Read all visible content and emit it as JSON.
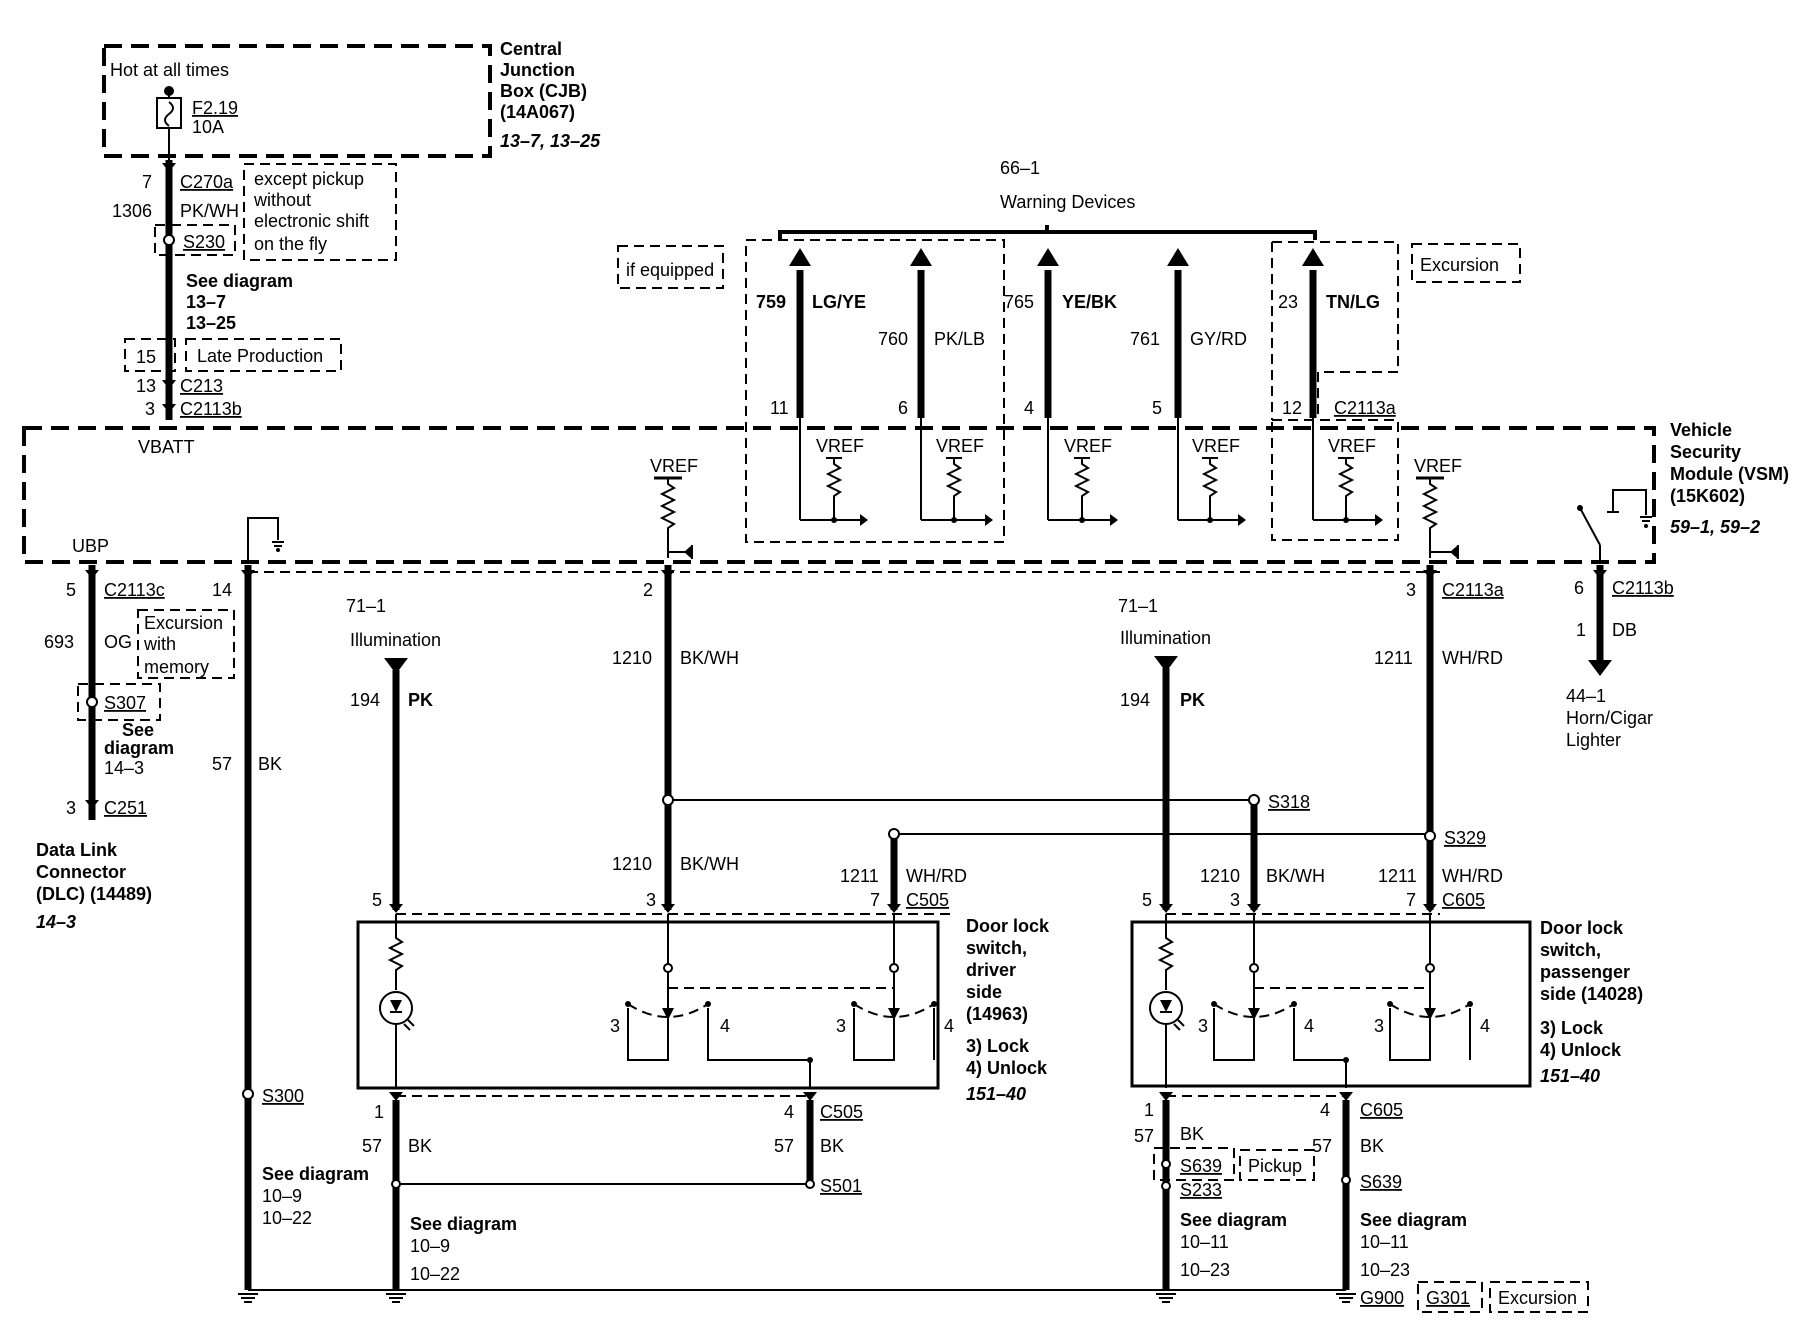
{
  "cjb": {
    "hot_label": "Hot at all times",
    "fuse_id": "F2.19",
    "fuse_rating": "10A",
    "name": [
      "Central",
      "Junction",
      "Box (CJB)",
      "(14A067)"
    ],
    "refs": "13–7, 13–25"
  },
  "vbatt_feed": {
    "pin_c270a": "7",
    "conn_c270a": "C270a",
    "circuit": "1306",
    "color": "PK/WH",
    "note": [
      "except pickup",
      "without",
      "electronic shift",
      "on the fly"
    ],
    "splice": "S230",
    "see": "See diagram",
    "see_refs": [
      "13–7",
      "13–25"
    ],
    "late_pin": "15",
    "late_note": "Late Production",
    "pin_c213": "13",
    "conn_c213": "C213",
    "pin_c2113b": "3",
    "conn_c2113b": "C2113b"
  },
  "warning": {
    "ref": "66–1",
    "title": "Warning Devices",
    "if_equipped": "if equipped",
    "excursion": "Excursion",
    "conn": "C2113a",
    "circuits": [
      {
        "num": "759",
        "color": "LG/YE",
        "pin": "11"
      },
      {
        "num": "760",
        "color": "PK/LB",
        "pin": "6"
      },
      {
        "num": "765",
        "color": "YE/BK",
        "pin": "4"
      },
      {
        "num": "761",
        "color": "GY/RD",
        "pin": "5"
      },
      {
        "num": "23",
        "color": "TN/LG",
        "pin": "12"
      }
    ],
    "vref": "VREF"
  },
  "vsm": {
    "vbatt": "VBATT",
    "ubp": "UBP",
    "vref": "VREF",
    "name": [
      "Vehicle",
      "Security",
      "Module (VSM)",
      "(15K602)"
    ],
    "refs": "59–1, 59–2"
  },
  "dlc": {
    "pin_top": "5",
    "conn_top": "C2113c",
    "circuit": "693",
    "color": "OG",
    "note": [
      "Excursion",
      "with",
      "memory"
    ],
    "splice": "S307",
    "see": [
      "See",
      "diagram",
      "14–3"
    ],
    "pin_bottom": "3",
    "conn_bottom": "C251",
    "name": [
      "Data Link",
      "Connector",
      "(DLC) (14489)"
    ],
    "ref": "14–3"
  },
  "ground57": {
    "pin": "14",
    "circuit": "57",
    "color": "BK",
    "splice": "S300",
    "see": "See diagram",
    "see_refs": [
      "10–9",
      "10–22"
    ]
  },
  "horn": {
    "pin": "6",
    "conn": "C2113b",
    "circuit": "1",
    "color": "DB",
    "ref": "44–1",
    "name": [
      "Horn/Cigar",
      "Lighter"
    ]
  },
  "vref_left": {
    "pin": "2",
    "circuit": "1210",
    "color": "BK/WH"
  },
  "vref_right": {
    "pin": "3",
    "conn": "C2113a",
    "circuit": "1211",
    "color": "WH/RD"
  },
  "illumination": {
    "ref": "71–1",
    "label": "Illumination",
    "circuit": "194",
    "color": "PK"
  },
  "splices": {
    "s318": "S318",
    "s329": "S329"
  },
  "driver": {
    "pin5": "5",
    "pin3": "3",
    "pin7": "7",
    "conn_top": "C505",
    "circuit_1210": "1210",
    "color_1210": "BK/WH",
    "circuit_1211": "1211",
    "color_1211": "WH/RD",
    "name": [
      "Door lock",
      "switch,",
      "driver",
      "side",
      "(14963)"
    ],
    "legend": [
      "3) Lock",
      "4) Unlock"
    ],
    "ref": "151–40",
    "switch_pins": [
      "3",
      "4",
      "3",
      "4"
    ],
    "pin1": "1",
    "pin4": "4",
    "conn_bottom": "C505",
    "gnd_circuit": "57",
    "gnd_color": "BK",
    "gnd_circuit_b": "57",
    "gnd_color_b": "BK",
    "splice": "S501",
    "see": "See diagram",
    "see_refs": [
      "10–9",
      "10–22"
    ]
  },
  "passenger": {
    "pin5": "5",
    "pin3": "3",
    "pin7": "7",
    "conn_top": "C605",
    "circuit_1210": "1210",
    "color_1210": "BK/WH",
    "circuit_1211": "1211",
    "color_1211": "WH/RD",
    "name": [
      "Door lock",
      "switch,",
      "passenger",
      "side (14028)"
    ],
    "legend": [
      "3) Lock",
      "4) Unlock"
    ],
    "ref": "151–40",
    "switch_pins": [
      "3",
      "4",
      "3",
      "4"
    ],
    "pin1": "1",
    "pin4": "4",
    "conn_bottom": "C605",
    "gnd_circuit": "57",
    "gnd_color": "BK",
    "gnd_circuit_b": "57",
    "gnd_color_b": "BK",
    "splice_a": "S639",
    "pickup": "Pickup",
    "splice_b": "S233",
    "splice_c": "S639",
    "see_a": "See diagram",
    "see_a_refs": [
      "10–11",
      "10–23"
    ],
    "see_b": "See diagram",
    "see_b_refs": [
      "10–11",
      "10–23"
    ],
    "ground": "G900",
    "ground_alt": "G301",
    "excursion": "Excursion"
  }
}
